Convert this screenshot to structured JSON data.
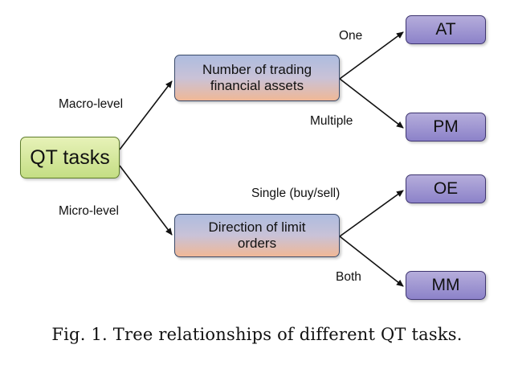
{
  "diagram": {
    "root": "QT tasks",
    "branches": {
      "macro_label": "Macro-level",
      "micro_label": "Micro-level"
    },
    "mid_nodes": {
      "assets": {
        "line1": "Number of trading",
        "line2": "financial assets"
      },
      "direction": {
        "line1": "Direction of limit",
        "line2": "orders"
      }
    },
    "edge_labels": {
      "one": "One",
      "multiple": "Multiple",
      "single": "Single (buy/sell)",
      "both": "Both"
    },
    "leaves": {
      "at": "AT",
      "pm": "PM",
      "oe": "OE",
      "mm": "MM"
    }
  },
  "caption": "Fig. 1.  Tree relationships of different QT tasks.",
  "colors": {
    "root_fill": "#c4de84",
    "mid_fill_top": "#aebcdf",
    "mid_fill_bottom": "#f0b896",
    "leaf_fill": "#8c82c9",
    "edge": "#111111"
  }
}
